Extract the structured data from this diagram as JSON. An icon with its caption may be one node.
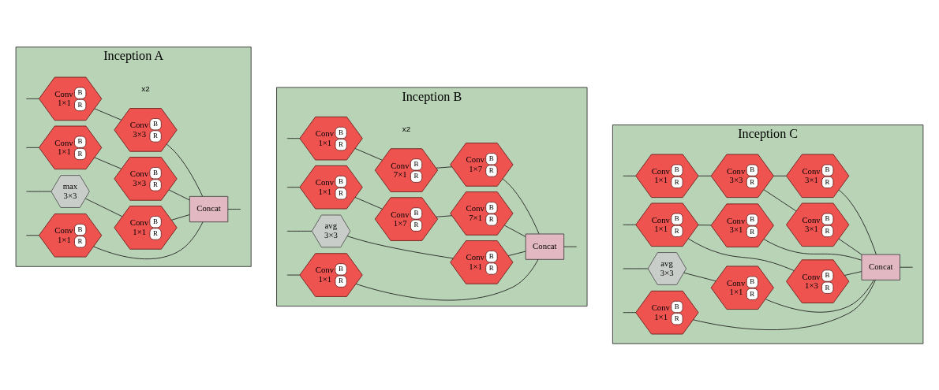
{
  "diagram": {
    "nodes": [
      {
        "text": [
          "Inception A"
        ]
      },
      {
        "text": [
          "Conv",
          "1×1",
          "B",
          "R"
        ],
        "in": 0
      },
      {
        "text": [
          "Conv",
          "3×3",
          "B",
          "R"
        ],
        "in": 0
      },
      {
        "text": [
          "Conv",
          "1×1",
          "B",
          "R"
        ],
        "in": 0
      },
      {
        "text": [
          "Conv",
          "3×3",
          "B",
          "R"
        ],
        "in": 0
      },
      {
        "text": [
          "max",
          "3×3"
        ],
        "in": 0
      },
      {
        "text": [
          "Conv",
          "1×1",
          "B",
          "R"
        ],
        "in": 0
      },
      {
        "text": [
          "Conv",
          "1×1",
          "B",
          "R"
        ],
        "in": 0
      },
      {
        "text": [
          "Concat"
        ],
        "in": 0
      },
      {
        "text": [
          "Inception B"
        ]
      },
      {
        "text": [
          "Conv",
          "1×1",
          "B",
          "R"
        ],
        "in": 9
      },
      {
        "text": [
          "Conv",
          "7×1",
          "B",
          "R"
        ],
        "in": 9
      },
      {
        "text": [
          "Conv",
          "1×7",
          "B",
          "R"
        ],
        "in": 9
      },
      {
        "text": [
          "Conv",
          "1×1",
          "B",
          "R"
        ],
        "in": 9
      },
      {
        "text": [
          "Conv",
          "1×7",
          "B",
          "R"
        ],
        "in": 9
      },
      {
        "text": [
          "Conv",
          "7×1",
          "B",
          "R"
        ],
        "in": 9
      },
      {
        "text": [
          "avg",
          "3×3"
        ],
        "in": 9
      },
      {
        "text": [
          "Conv",
          "1×1",
          "B",
          "R"
        ],
        "in": 9
      },
      {
        "text": [
          "Conv",
          "1×1",
          "B",
          "R"
        ],
        "in": 9
      },
      {
        "text": [
          "Concat"
        ],
        "in": 9
      },
      {
        "text": [
          "Inception C"
        ]
      },
      {
        "text": [
          "Conv",
          "1×1",
          "B",
          "R"
        ],
        "in": 20
      },
      {
        "text": [
          "Conv",
          "3×3",
          "B",
          "R"
        ],
        "in": 20
      },
      {
        "text": [
          "Conv",
          "3×1",
          "B",
          "R"
        ],
        "in": 20
      },
      {
        "text": [
          "Conv",
          "3×1",
          "B",
          "R"
        ],
        "in": 20
      },
      {
        "text": [
          "Conv",
          "1×1",
          "B",
          "R"
        ],
        "in": 20
      },
      {
        "text": [
          "Conv",
          "1×3",
          "B",
          "R"
        ],
        "in": 20
      },
      {
        "text": [
          "Conv",
          "3×1",
          "B",
          "R"
        ],
        "in": 20
      },
      {
        "text": [
          "avg",
          "3×3"
        ],
        "in": 20
      },
      {
        "text": [
          "Conv",
          "1×1",
          "B",
          "R"
        ],
        "in": 20
      },
      {
        "text": [
          "Conv",
          "1×1",
          "B",
          "R"
        ],
        "in": 20
      },
      {
        "text": [
          "Concat"
        ],
        "in": 20
      }
    ],
    "edges": [
      {
        "from": null,
        "to": 1,
        "arrow": "none"
      },
      {
        "from": null,
        "to": 3,
        "arrow": "none"
      },
      {
        "from": null,
        "to": 5,
        "arrow": "none"
      },
      {
        "from": null,
        "to": 7,
        "arrow": "none"
      },
      {
        "from": 1,
        "to": 2,
        "arrow": "none"
      },
      {
        "from": 3,
        "to": 4,
        "arrow": "none"
      },
      {
        "from": 5,
        "to": 6,
        "arrow": "none"
      },
      {
        "from": 2,
        "to": 8,
        "arrow": "none"
      },
      {
        "from": 4,
        "to": 8,
        "arrow": "none"
      },
      {
        "from": 6,
        "to": 8,
        "arrow": "none"
      },
      {
        "from": 7,
        "to": 8,
        "arrow": "none"
      },
      {
        "from": 8,
        "to": null,
        "arrow": "none"
      },
      {
        "from": null,
        "to": 10,
        "arrow": "none"
      },
      {
        "from": null,
        "to": 13,
        "arrow": "none"
      },
      {
        "from": null,
        "to": 16,
        "arrow": "none"
      },
      {
        "from": null,
        "to": 18,
        "arrow": "none"
      },
      {
        "from": 10,
        "to": 11,
        "arrow": "none"
      },
      {
        "from": 11,
        "to": 12,
        "arrow": "none"
      },
      {
        "from": 13,
        "to": 14,
        "arrow": "none"
      },
      {
        "from": 14,
        "to": 15,
        "arrow": "none"
      },
      {
        "from": 16,
        "to": 17,
        "arrow": "none"
      },
      {
        "from": 12,
        "to": 19,
        "arrow": "none"
      },
      {
        "from": 15,
        "to": 19,
        "arrow": "none"
      },
      {
        "from": 17,
        "to": 19,
        "arrow": "none"
      },
      {
        "from": 18,
        "to": 19,
        "arrow": "none"
      },
      {
        "from": 19,
        "to": null,
        "arrow": "none"
      },
      {
        "from": null,
        "to": 21,
        "arrow": "none"
      },
      {
        "from": null,
        "to": 25,
        "arrow": "none"
      },
      {
        "from": null,
        "to": 28,
        "arrow": "none"
      },
      {
        "from": null,
        "to": 30,
        "arrow": "none"
      },
      {
        "from": 21,
        "to": 22,
        "arrow": "none"
      },
      {
        "from": 22,
        "to": 23,
        "arrow": "none"
      },
      {
        "from": 22,
        "to": 24,
        "arrow": "none"
      },
      {
        "from": 23,
        "to": 31,
        "arrow": "none"
      },
      {
        "from": 24,
        "to": 31,
        "arrow": "none"
      },
      {
        "from": 25,
        "to": 26,
        "arrow": "none"
      },
      {
        "from": 25,
        "to": 27,
        "arrow": "none"
      },
      {
        "from": 26,
        "to": 31,
        "arrow": "none"
      },
      {
        "from": 27,
        "to": 31,
        "arrow": "none"
      },
      {
        "from": 28,
        "to": 29,
        "arrow": "none"
      },
      {
        "from": 29,
        "to": 31,
        "arrow": "none"
      },
      {
        "from": 30,
        "to": 31,
        "arrow": "none"
      },
      {
        "from": 31,
        "to": null,
        "arrow": "none"
      }
    ],
    "labels": [
      "x2",
      "x2"
    ]
  }
}
